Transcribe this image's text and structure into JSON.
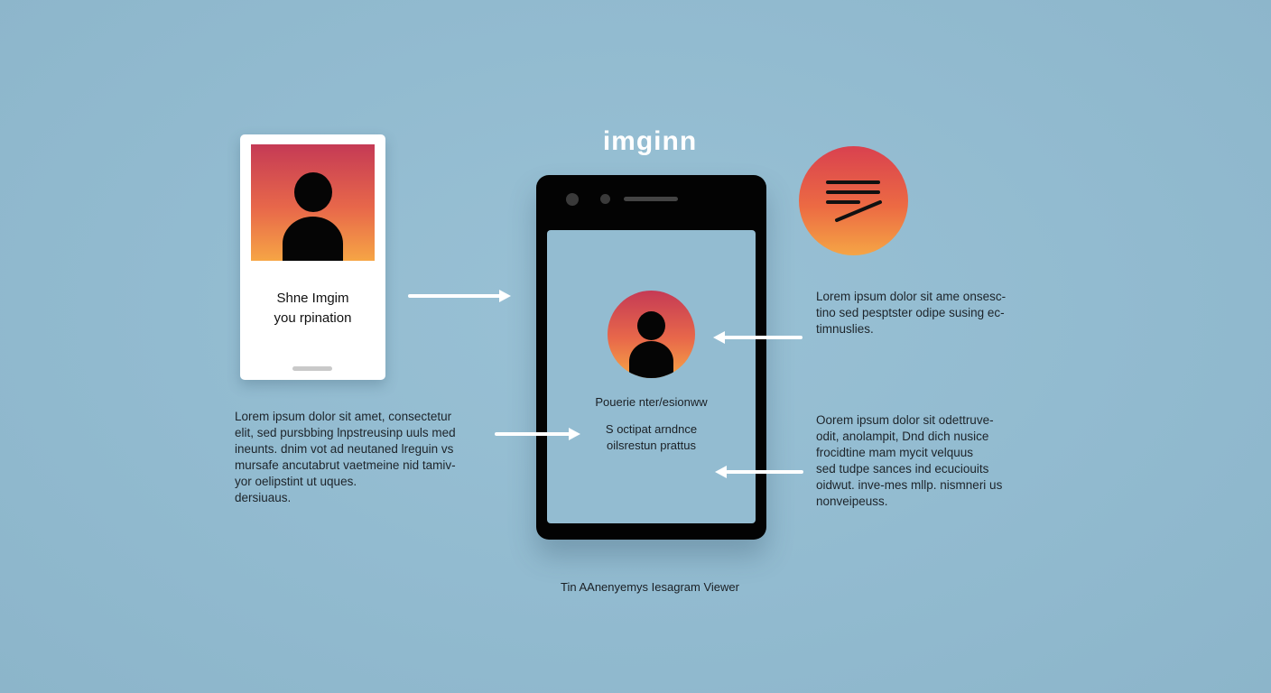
{
  "brand": {
    "title": "imginn"
  },
  "profile_card": {
    "line1": "Shne Imgim",
    "line2": "you rpination"
  },
  "phone": {
    "line1": "Pouerie nter/esionww",
    "line2": "S octipat arndnce",
    "line3": "oilsrestun prattus"
  },
  "left_text": {
    "lines": [
      "Lorem ipsum dolor sit amet, consectetur",
      "elit, sed pursbbing lnpstreusinp uuls med",
      "ineunts. dnim vot ad neutaned lreguin vs",
      "mursafe ancutabrut vaetmeine nid tamiv-",
      "yor oelipstint ut uques.",
      "dersiuaus."
    ]
  },
  "right_text_top": {
    "lines": [
      "Lorem ipsum dolor sit ame onsesc-",
      "tino sed pesptster odipe susing ec-",
      "timnuslies."
    ]
  },
  "right_text_bottom": {
    "lines": [
      "Oorem ipsum dolor sit odettruve-",
      "odit, anolampit, Dnd dich nusice",
      "frocidtine mam mycit velquus",
      "sed tudpe sances ind ecuciouits",
      "oidwut. inve-mes mllp. nismneri us",
      "nonveipeuss."
    ]
  },
  "caption": "Tin AAnenyemys Iesagram Viewer",
  "colors": {
    "background": "#92bbd0",
    "gradient_top": "#c53a55",
    "gradient_bottom": "#f6a545",
    "phone_frame": "#030303",
    "arrow": "#ffffff"
  },
  "icons": {
    "card_avatar": "person-silhouette-icon",
    "screen_avatar": "person-silhouette-icon",
    "circle_icon": "lines-pen-icon"
  }
}
